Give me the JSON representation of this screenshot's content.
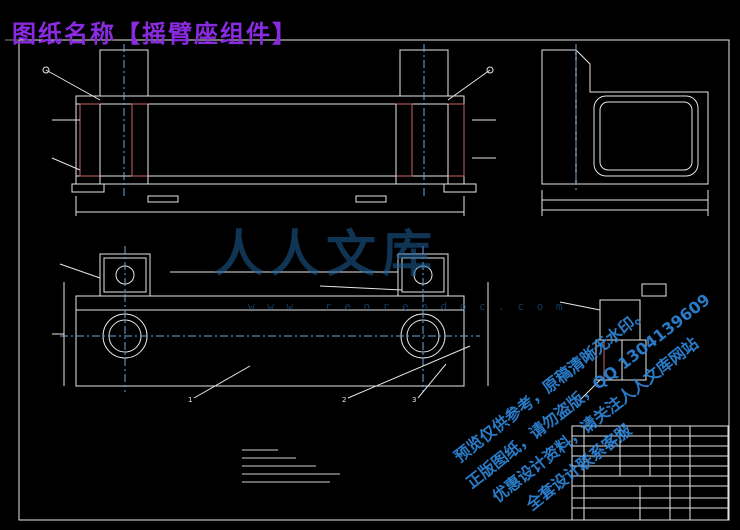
{
  "title": {
    "label": "图纸名称",
    "bracket_open": "【",
    "name": "摇臂座组件",
    "bracket_close": "】"
  },
  "watermark": {
    "brand": "人人文库",
    "url": "w w w . r e n r e n d o c . c o m",
    "line1": "预览仅供参考，原稿清晰无水印。",
    "line2": "正版图纸，请勿盗版，QQ 1304139609",
    "line3": "优惠设计资料，请关注人人文库网站",
    "line4": "全套设计联系客服"
  },
  "balloons": [
    "1",
    "2",
    "3"
  ],
  "colors": {
    "background": "#000000",
    "lines": "#e6e6e6",
    "title_purple": "#8a2be2",
    "watermark_blue": "#2d86d9"
  }
}
